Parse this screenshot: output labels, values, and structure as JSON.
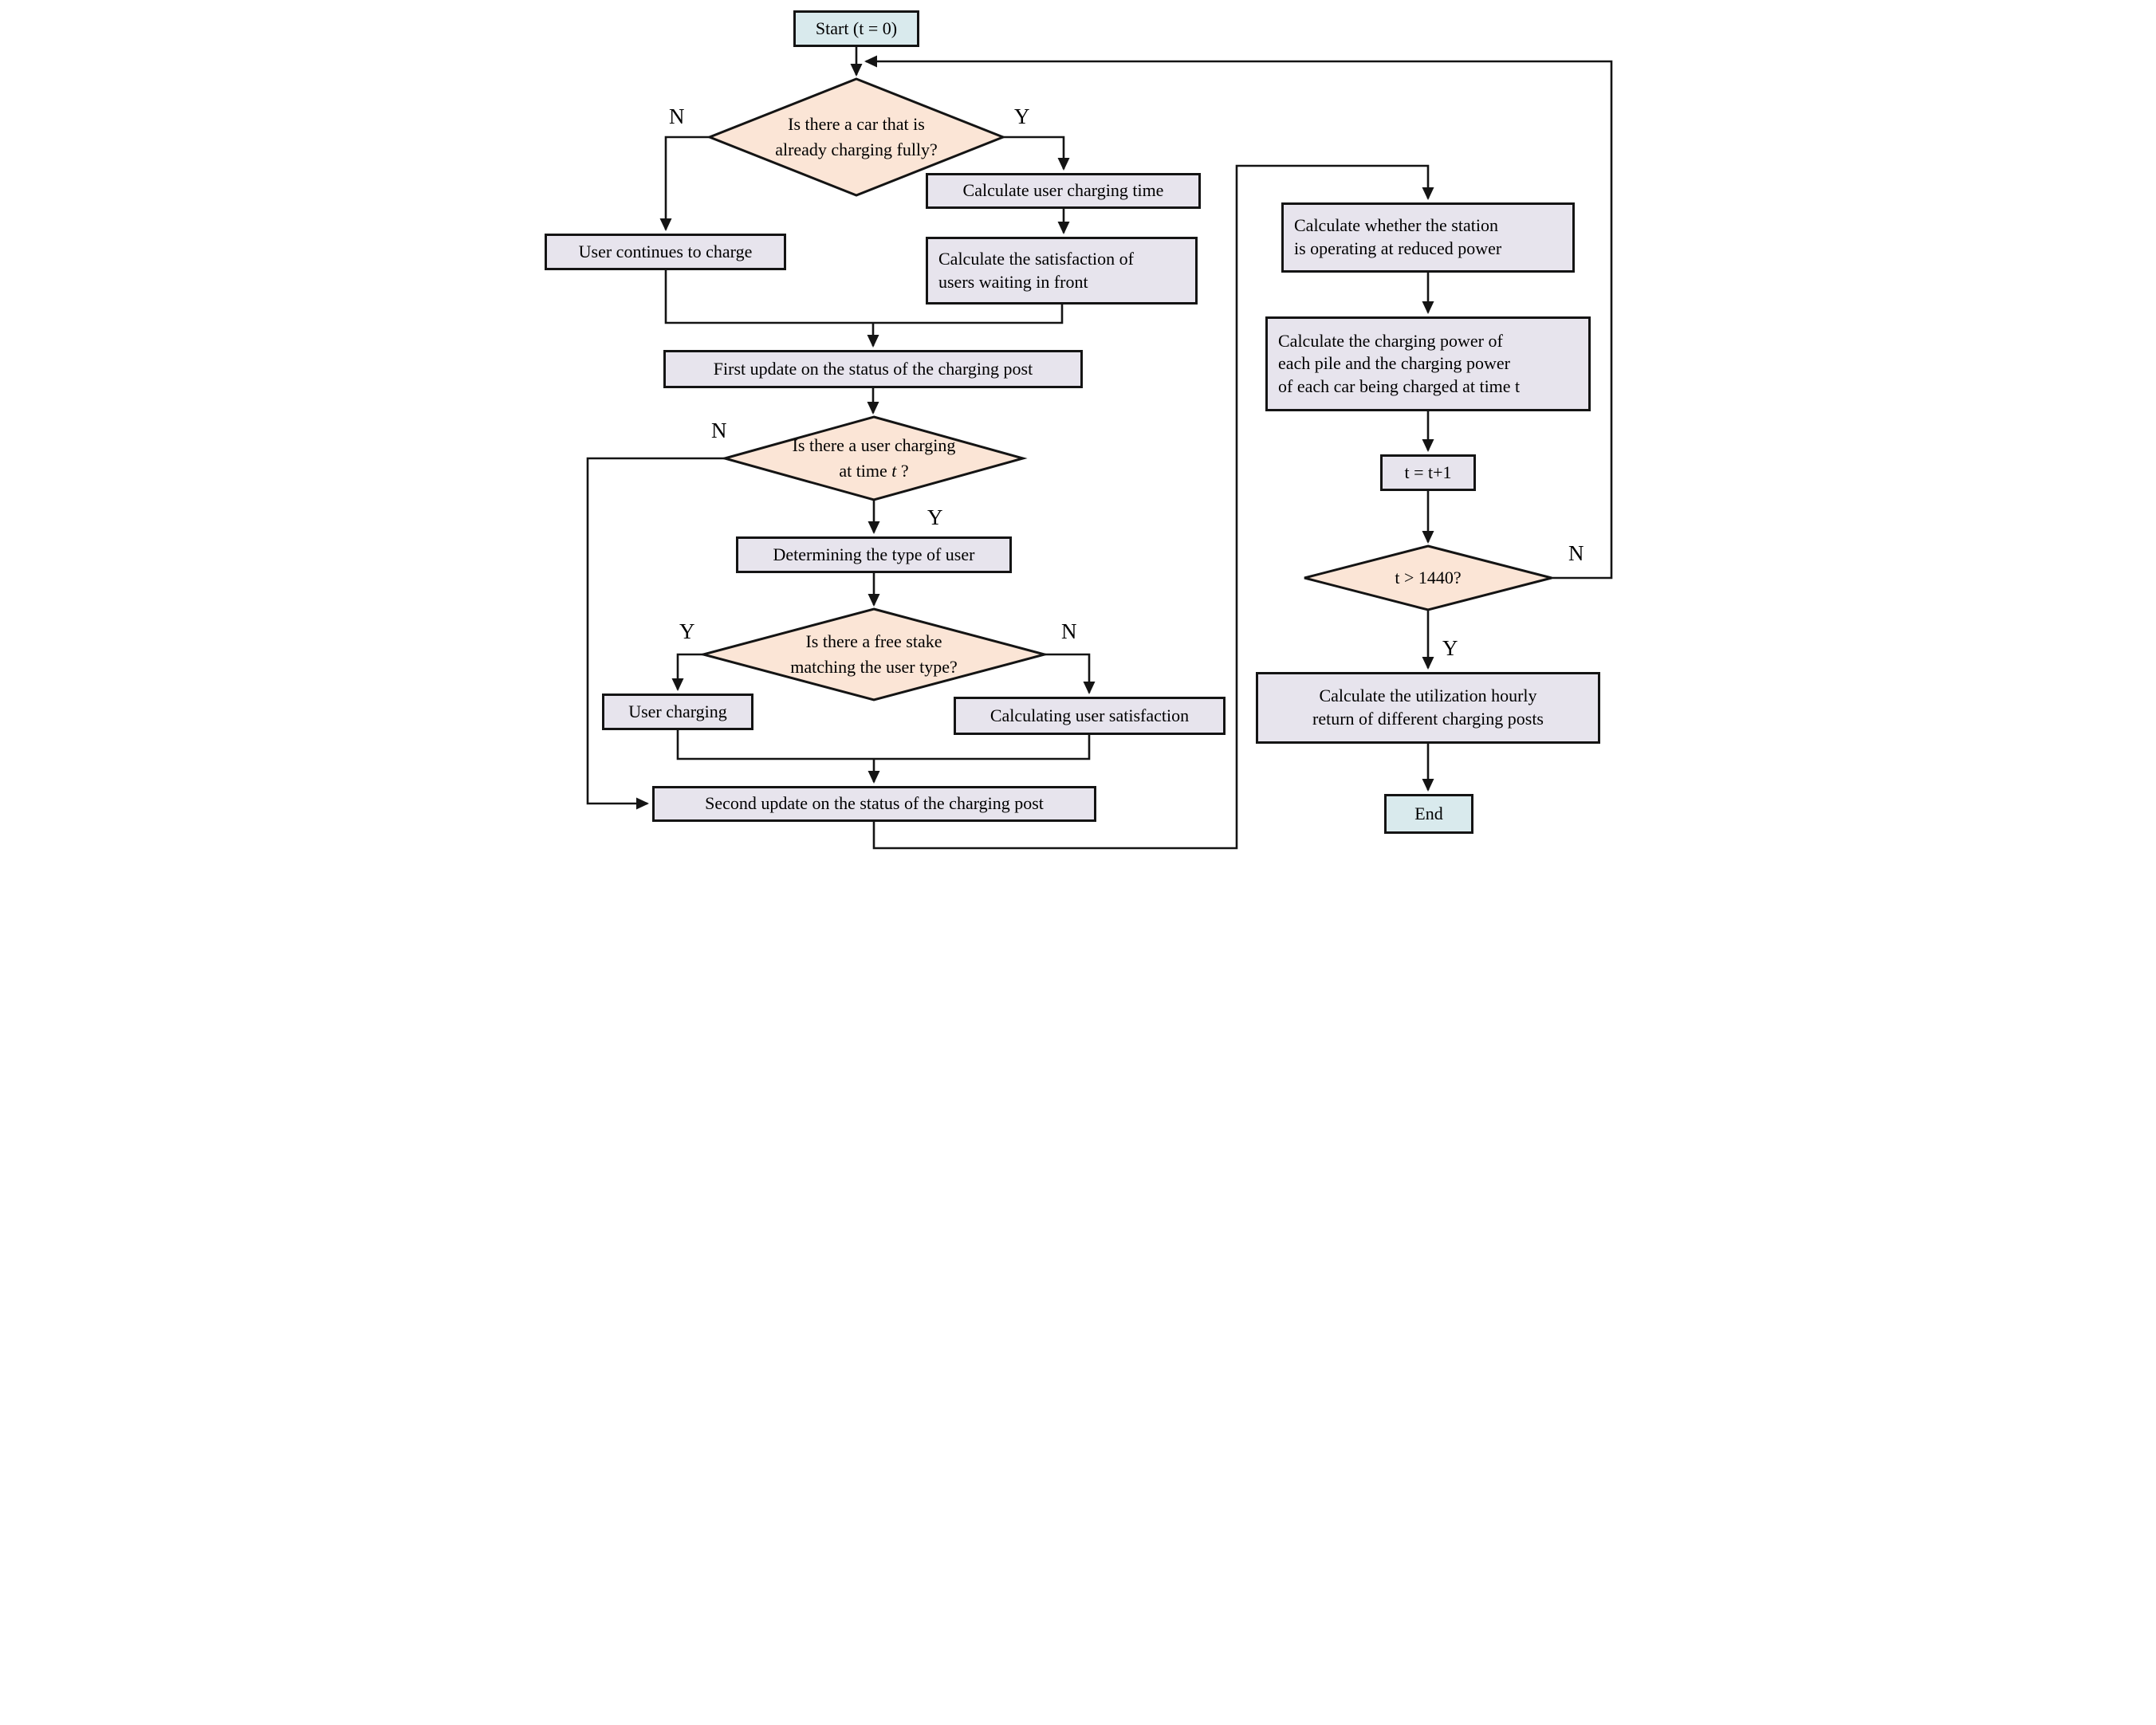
{
  "flowchart": {
    "colors": {
      "terminal_fill": "#d9eaed",
      "process_fill": "#e7e4ed",
      "decision_fill": "#fbe5d6",
      "line_color": "#141414"
    },
    "nodes": {
      "start": {
        "label": "Start (t = 0)"
      },
      "d1": {
        "line1": "Is there a car that is",
        "line2": "already charging fully?"
      },
      "user_continues": {
        "label": "User continues to charge"
      },
      "calc_time": {
        "label": "Calculate user charging time"
      },
      "calc_satisfaction": {
        "line1": "Calculate the satisfaction of",
        "line2": "users waiting in front"
      },
      "first_update": {
        "label": "First update on the status of the charging post"
      },
      "d2": {
        "line1": "Is there a user charging",
        "line2_pre": "at time ",
        "line2_var": "t",
        "line2_post": " ?"
      },
      "determine_type": {
        "label": "Determining the type of user"
      },
      "d3": {
        "line1": "Is there a free stake",
        "line2": "matching the user type?"
      },
      "user_charging": {
        "label": "User charging"
      },
      "calc_user_satisfaction": {
        "label": "Calculating user satisfaction"
      },
      "second_update": {
        "label": "Second update on the status of the charging post"
      },
      "calc_reduced_power": {
        "line1": "Calculate whether the station",
        "line2": "is operating at reduced power"
      },
      "calc_charging_power": {
        "line1": "Calculate the charging power of",
        "line2": "each pile and the charging power",
        "line3": "of each car being charged at time t"
      },
      "t_increment": {
        "label": "t = t+1"
      },
      "d4": {
        "label": "t > 1440?"
      },
      "calc_utilization": {
        "line1": "Calculate the utilization hourly",
        "line2": "return of different charging posts"
      },
      "end": {
        "label": "End"
      }
    },
    "branch_labels": {
      "d1_n": "N",
      "d1_y": "Y",
      "d2_n": "N",
      "d2_y": "Y",
      "d3_y": "Y",
      "d3_n": "N",
      "d4_n": "N",
      "d4_y": "Y"
    }
  }
}
